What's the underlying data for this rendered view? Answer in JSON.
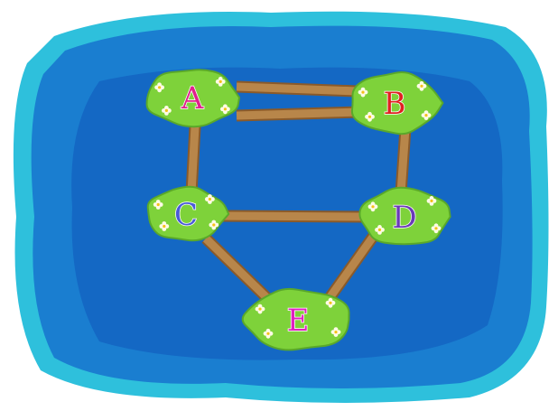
{
  "islands": [
    {
      "id": "A",
      "label": "A",
      "color": "#e0208c"
    },
    {
      "id": "B",
      "label": "B",
      "color": "#e02020"
    },
    {
      "id": "C",
      "label": "C",
      "color": "#4a5ad8"
    },
    {
      "id": "D",
      "label": "D",
      "color": "#6a3ab8"
    },
    {
      "id": "E",
      "label": "E",
      "color": "#e020c0"
    }
  ],
  "bridges": [
    {
      "from": "A",
      "to": "B"
    },
    {
      "from": "A",
      "to": "B"
    },
    {
      "from": "A",
      "to": "C"
    },
    {
      "from": "B",
      "to": "D"
    },
    {
      "from": "C",
      "to": "D"
    },
    {
      "from": "C",
      "to": "E"
    },
    {
      "from": "D",
      "to": "E"
    }
  ],
  "colors": {
    "water_outer": "#2ec0dc",
    "water_inner": "#1a7ed0",
    "water_deep": "#1468c4",
    "grass": "#7ed23a",
    "grass_edge": "#5aa82a",
    "bridge": "#b8864a",
    "bridge_edge": "#8a5a2a"
  }
}
